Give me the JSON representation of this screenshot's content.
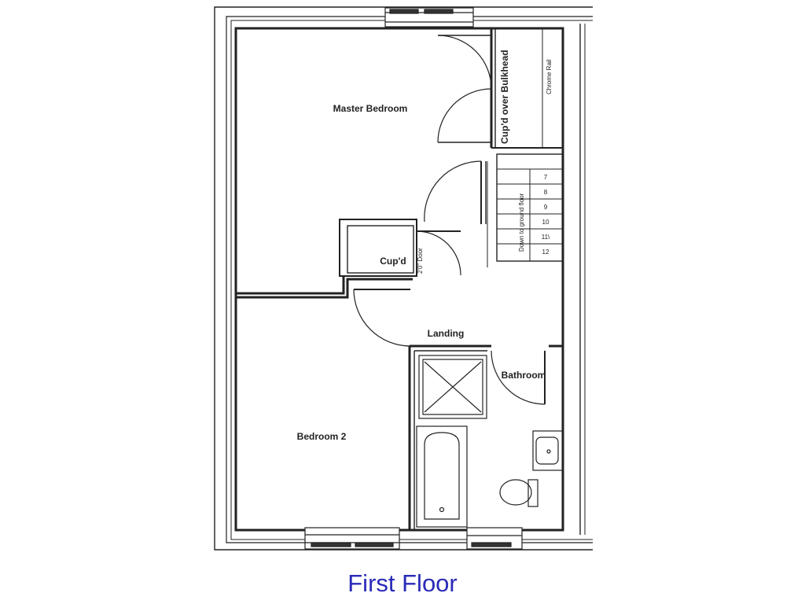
{
  "rooms": {
    "master_bedroom": "Master Bedroom",
    "cupd_over_bulkhead": "Cup'd over Bulkhead",
    "chrome_rail": "Chrome Rail",
    "cupd": "Cup'd",
    "door_note": "2'0\" Door",
    "landing": "Landing",
    "bathroom": "Bathroom",
    "bedroom_2": "Bedroom 2"
  },
  "stairs": {
    "label": "Down to ground floor",
    "steps": [
      "7",
      "8",
      "9",
      "10",
      "11\\",
      "12"
    ]
  },
  "caption": "First Floor",
  "colors": {
    "caption": "#2a2ab8",
    "walls": "#222222"
  }
}
